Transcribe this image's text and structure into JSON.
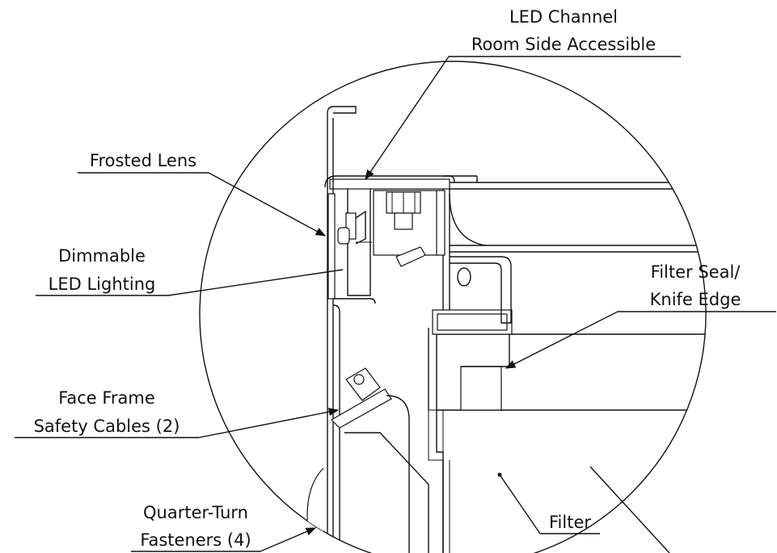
{
  "callouts": {
    "led_channel": [
      "LED Channel",
      "Room Side Accessible"
    ],
    "frosted_lens": "Frosted Lens",
    "dimmable_led": [
      "Dimmable",
      "LED Lighting"
    ],
    "filter_seal": [
      "Filter Seal/",
      "Knife Edge"
    ],
    "face_frame": [
      "Face Frame",
      "Safety Cables (2)"
    ],
    "quarter_turn": [
      "Quarter-Turn",
      "Fasteners (4)"
    ],
    "filter": "Filter"
  }
}
